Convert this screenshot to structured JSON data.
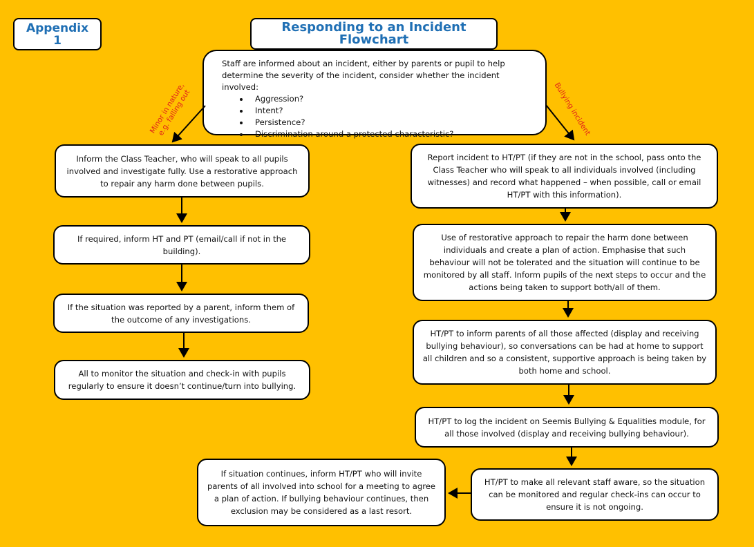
{
  "appendix_label": "Appendix 1",
  "title": "Responding to an Incident Flowchart",
  "intro": {
    "text": "Staff are informed about an incident, either by parents or pupil to help determine the severity of the incident, consider whether the incident involved:",
    "bullets": [
      "Aggression?",
      "Intent?",
      "Persistence?",
      "Discrimination around a protected characteristic?"
    ]
  },
  "branch_labels": {
    "left_line1": "Minor in nature,",
    "left_line2": "e.g. falling out",
    "right": "Bullying incident"
  },
  "left_steps": [
    "Inform the Class Teacher, who will speak to all pupils involved and investigate fully. Use a restorative approach to repair any harm done between pupils.",
    "If required, inform HT and PT (email/call if not in the building).",
    "If the situation was reported by a parent, inform them of the outcome of any investigations.",
    "All to monitor the situation and check-in with pupils regularly to ensure it doesn’t continue/turn into bullying."
  ],
  "right_steps": [
    "Report incident to HT/PT (if they are not in the school, pass onto the Class Teacher who will speak to all individuals involved (including witnesses) and record what happened – when possible, call or email HT/PT with this information).",
    "Use of restorative approach to repair the harm done between individuals and create a plan of action. Emphasise that such behaviour will not be tolerated and the situation will continue to be monitored by all staff. Inform pupils of the next steps to occur and the actions being taken to support both/all of them.",
    "HT/PT to inform parents of all those affected (display and receiving bullying behaviour), so conversations can be had at home to support all children and so a consistent, supportive approach is being taken by both home and school.",
    "HT/PT to log the incident on Seemis Bullying & Equalities module, for all those involved (display and receiving bullying behaviour).",
    "HT/PT to make all relevant staff aware, so the situation can be monitored and regular check-ins can occur to ensure it is not ongoing."
  ],
  "final_step": "If situation continues, inform HT/PT who will invite parents of all involved into school for a meeting to agree a plan of action.  If bullying behaviour continues, then exclusion may be considered as a last resort."
}
